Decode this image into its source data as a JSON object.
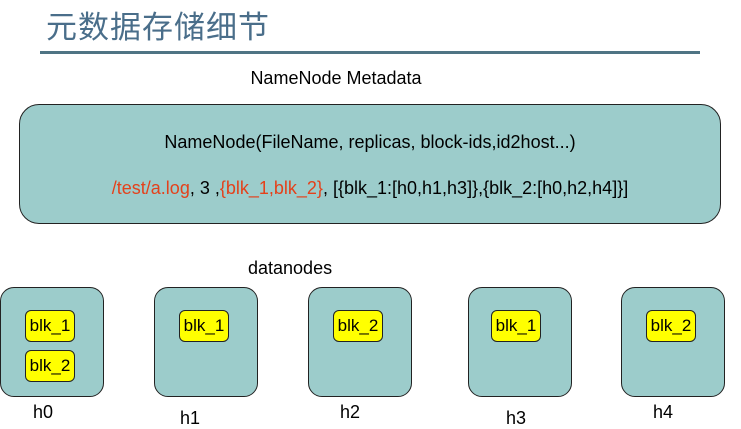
{
  "title": "元数据存储细节",
  "metadata_heading": "NameNode Metadata",
  "namenode": {
    "signature": "NameNode(FileName, replicas, block-ids,id2host...)",
    "entry": {
      "path": "/test/a.log",
      "sep1": ", 3 ,",
      "block_ids": "{blk_1,blk_2}",
      "sep2": ", ",
      "mapping": "[{blk_1:[h0,h1,h3]},{blk_2:[h0,h2,h4]}]"
    },
    "highlight_color": "#e4411b"
  },
  "datanodes_heading": "datanodes",
  "datanodes": [
    {
      "host": "h0",
      "blocks": [
        "blk_1",
        "blk_2"
      ]
    },
    {
      "host": "h1",
      "blocks": [
        "blk_1"
      ]
    },
    {
      "host": "h2",
      "blocks": [
        "blk_2"
      ]
    },
    {
      "host": "h3",
      "blocks": [
        "blk_1"
      ]
    },
    {
      "host": "h4",
      "blocks": [
        "blk_2"
      ]
    }
  ],
  "colors": {
    "box_fill": "#9ccccb",
    "block_fill": "#ffff00",
    "title": "#4a6e8a"
  }
}
